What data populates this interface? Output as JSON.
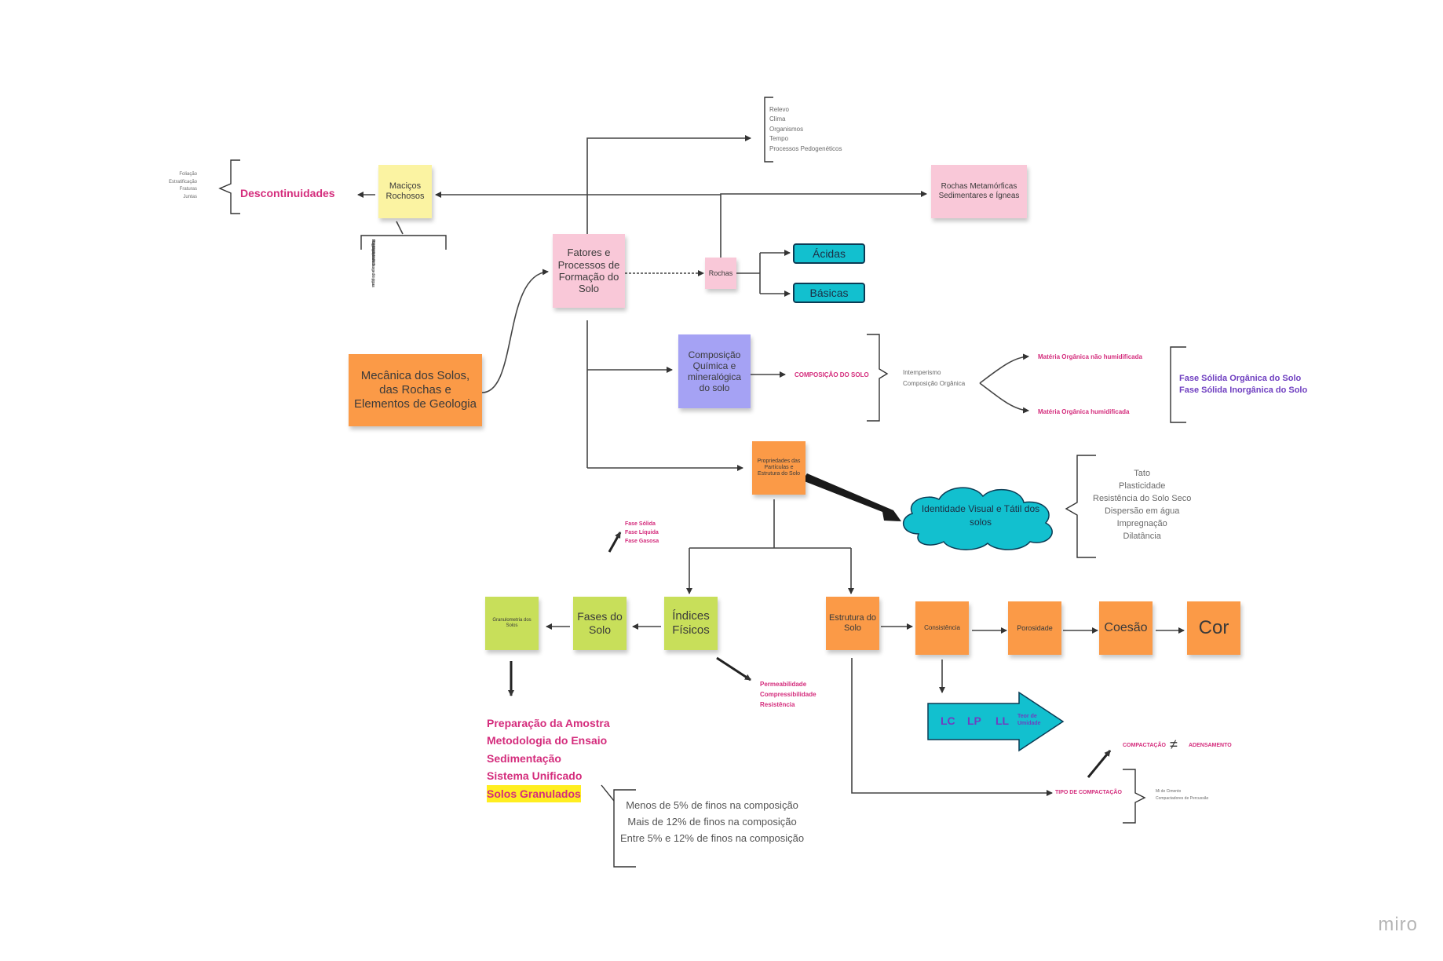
{
  "watermark": "miro",
  "colors": {
    "yellow": "#fbf3a2",
    "pink": "#f9c8d8",
    "orange": "#fb9a47",
    "lavender": "#a5a2f4",
    "lime": "#c8df5a",
    "teal": "#12c0cf",
    "magenta": "#d42c7c",
    "purple": "#6f3fc0"
  },
  "nodes": {
    "macicos": "Maciços Rochosos",
    "descontinuidades": "Descontinuidades",
    "fatores": "Fatores e Processos de Formação do Solo",
    "mecanica": "Mecânica dos Solos, das Rochas e Elementos de Geologia",
    "rochas": "Rochas",
    "acidas": "Ácidas",
    "basicas": "Básicas",
    "rochas_tipos": "Rochas Metamórficas Sedimentares e Ígneas",
    "composicao": "Composição Química e mineralógica do solo",
    "composicao_label": "COMPOSIÇÃO DO SOLO",
    "propriedades": "Propriedades das Partículas e Estrutura do Solo",
    "identidade": "Identidade Visual e Tátil dos solos",
    "granulometria": "Granulometria dos Solos",
    "fases": "Fases do Solo",
    "indices": "Índices Físicos",
    "estrutura": "Estrutura do Solo",
    "consistencia": "Consistência",
    "porosidade": "Porosidade",
    "coesao": "Coesão",
    "cor": "Cor",
    "compactacao": "COMPACTAÇÃO",
    "adensamento": "ADENSAMENTO",
    "tipo_compactacao": "TIPO DE COMPACTAÇÃO"
  },
  "lists": {
    "fatores_top": [
      "Relevo",
      "Clima",
      "Organismos",
      "Tempo",
      "Processos Pedogenéticos"
    ],
    "descontinuidades_itens": [
      "Foliação",
      "Estratificação",
      "Fraturas",
      "Juntas"
    ],
    "macicos_vertical": [
      "Continuidade",
      "Espaçamento",
      "Rugosidade",
      "Resistência",
      "Abertura",
      "Preenchimento",
      "Percolação e fluxo de água",
      "RQD",
      "Condições Hidrogeológicas"
    ],
    "intemperismo": [
      "Intemperismo",
      "Composição Orgânica"
    ],
    "materia_nao": "Matéria Orgânica não humidificada",
    "materia_hum": "Matéria Orgânica humidificada",
    "fase_solida": [
      "Fase Sólida Orgânica do Solo",
      "Fase Sólida Inorgânica do Solo"
    ],
    "tato": [
      "Tato",
      "Plasticidade",
      "Resistência do Solo Seco",
      "Dispersão em água",
      "Impregnação",
      "Dilatância"
    ],
    "fases_itens": [
      "Fase Sólida",
      "Fase Líquida",
      "Fase Gasosa"
    ],
    "indices_itens": [
      "Permeabilidade",
      "Compressibilidade",
      "Resistência"
    ],
    "granulometria_itens": [
      "Preparação da Amostra",
      "Metodologia do Ensaio",
      "Sedimentação",
      "Sistema Unificado"
    ],
    "solos_granulados": "Solos Granulados",
    "finos": [
      "Menos de 5% de finos na composição",
      "Mais de 12% de finos na composição",
      "Entre 5% e 12% de finos na composição"
    ],
    "compactacao_tipos": [
      "Mi de Cimento",
      "Compactadores de Percussão"
    ],
    "limites": [
      "LC",
      "LP",
      "LL"
    ],
    "teor": "Teor de Umidade"
  }
}
